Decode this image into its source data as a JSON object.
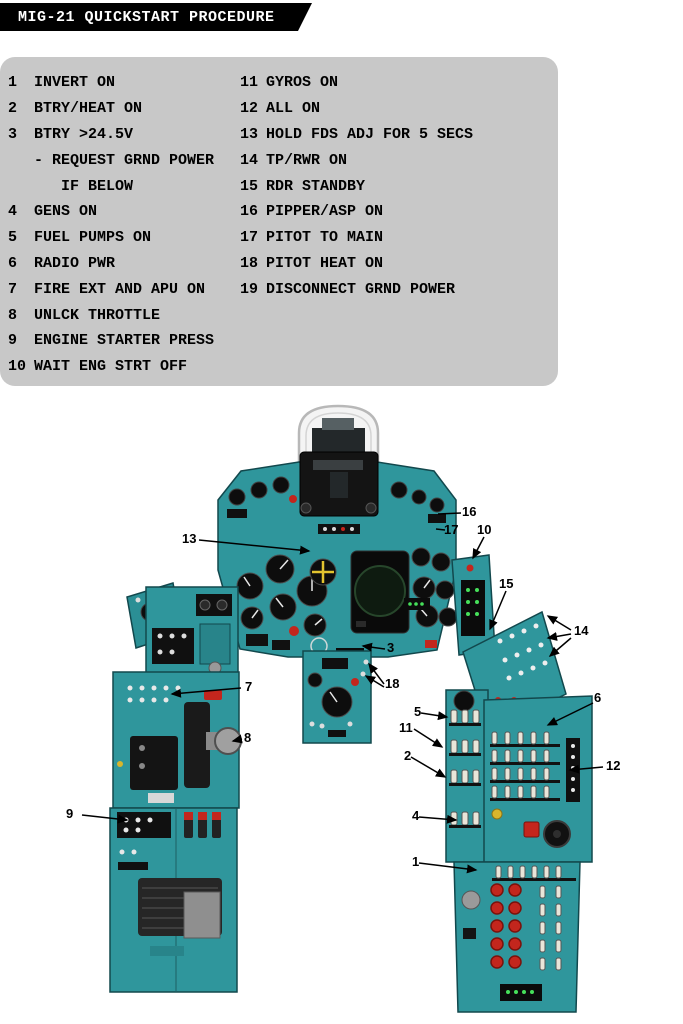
{
  "title": "MIG-21 QUICKSTART PROCEDURE",
  "checklist": {
    "left": [
      {
        "num": "1",
        "text": "INVERT ON"
      },
      {
        "num": "2",
        "text": "BTRY/HEAT ON"
      },
      {
        "num": "3",
        "text": "BTRY >24.5V"
      },
      {
        "num": "",
        "text": "- REQUEST GRND POWER"
      },
      {
        "num": "",
        "text": "   IF BELOW"
      },
      {
        "num": "4",
        "text": "GENS ON"
      },
      {
        "num": "5",
        "text": "FUEL PUMPS ON"
      },
      {
        "num": "6",
        "text": "RADIO PWR"
      },
      {
        "num": "7",
        "text": "FIRE EXT AND APU ON"
      },
      {
        "num": "8",
        "text": "UNLCK THROTTLE"
      },
      {
        "num": "9",
        "text": "ENGINE STARTER PRESS"
      },
      {
        "num": "10",
        "text": "WAIT ENG STRT OFF"
      }
    ],
    "right": [
      {
        "num": "11",
        "text": "GYROS ON"
      },
      {
        "num": "12",
        "text": "ALL ON"
      },
      {
        "num": "13",
        "text": "HOLD FDS ADJ FOR 5 SECS"
      },
      {
        "num": "14",
        "text": "TP/RWR ON"
      },
      {
        "num": "15",
        "text": "RDR STANDBY"
      },
      {
        "num": "16",
        "text": "PIPPER/ASP ON"
      },
      {
        "num": "17",
        "text": "PITOT TO MAIN"
      },
      {
        "num": "18",
        "text": "PITOT HEAT ON"
      },
      {
        "num": "19",
        "text": "DISCONNECT GRND POWER"
      }
    ]
  },
  "diagram": {
    "callouts": [
      "16",
      "17",
      "13",
      "10",
      "15",
      "14",
      "3",
      "18",
      "7",
      "8",
      "9",
      "6",
      "5",
      "11",
      "2",
      "4",
      "12",
      "1"
    ]
  },
  "colors": {
    "banner_bg": "#000000",
    "banner_text": "#FFFFFF",
    "checklist_bg": "#C8C8C8",
    "panel_teal": "#2F969C",
    "instrument_black": "#0D0D0D",
    "warning_red": "#C3261D",
    "indicator_green": "#46E05A",
    "caution_yellow": "#D8B62C"
  }
}
